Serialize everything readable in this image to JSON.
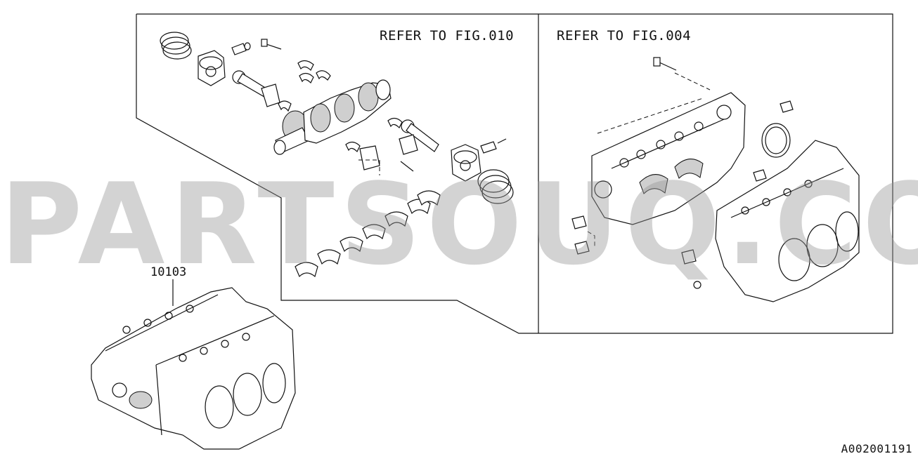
{
  "callouts": {
    "refer_left": "REFER TO FIG.010",
    "refer_right": "REFER TO FIG.004",
    "part_number": "10103"
  },
  "figure_code": "A002001191",
  "watermark": "PARTSOUQ.COM",
  "colors": {
    "line": "#111111",
    "background": "#ffffff",
    "watermark": "#969696"
  }
}
